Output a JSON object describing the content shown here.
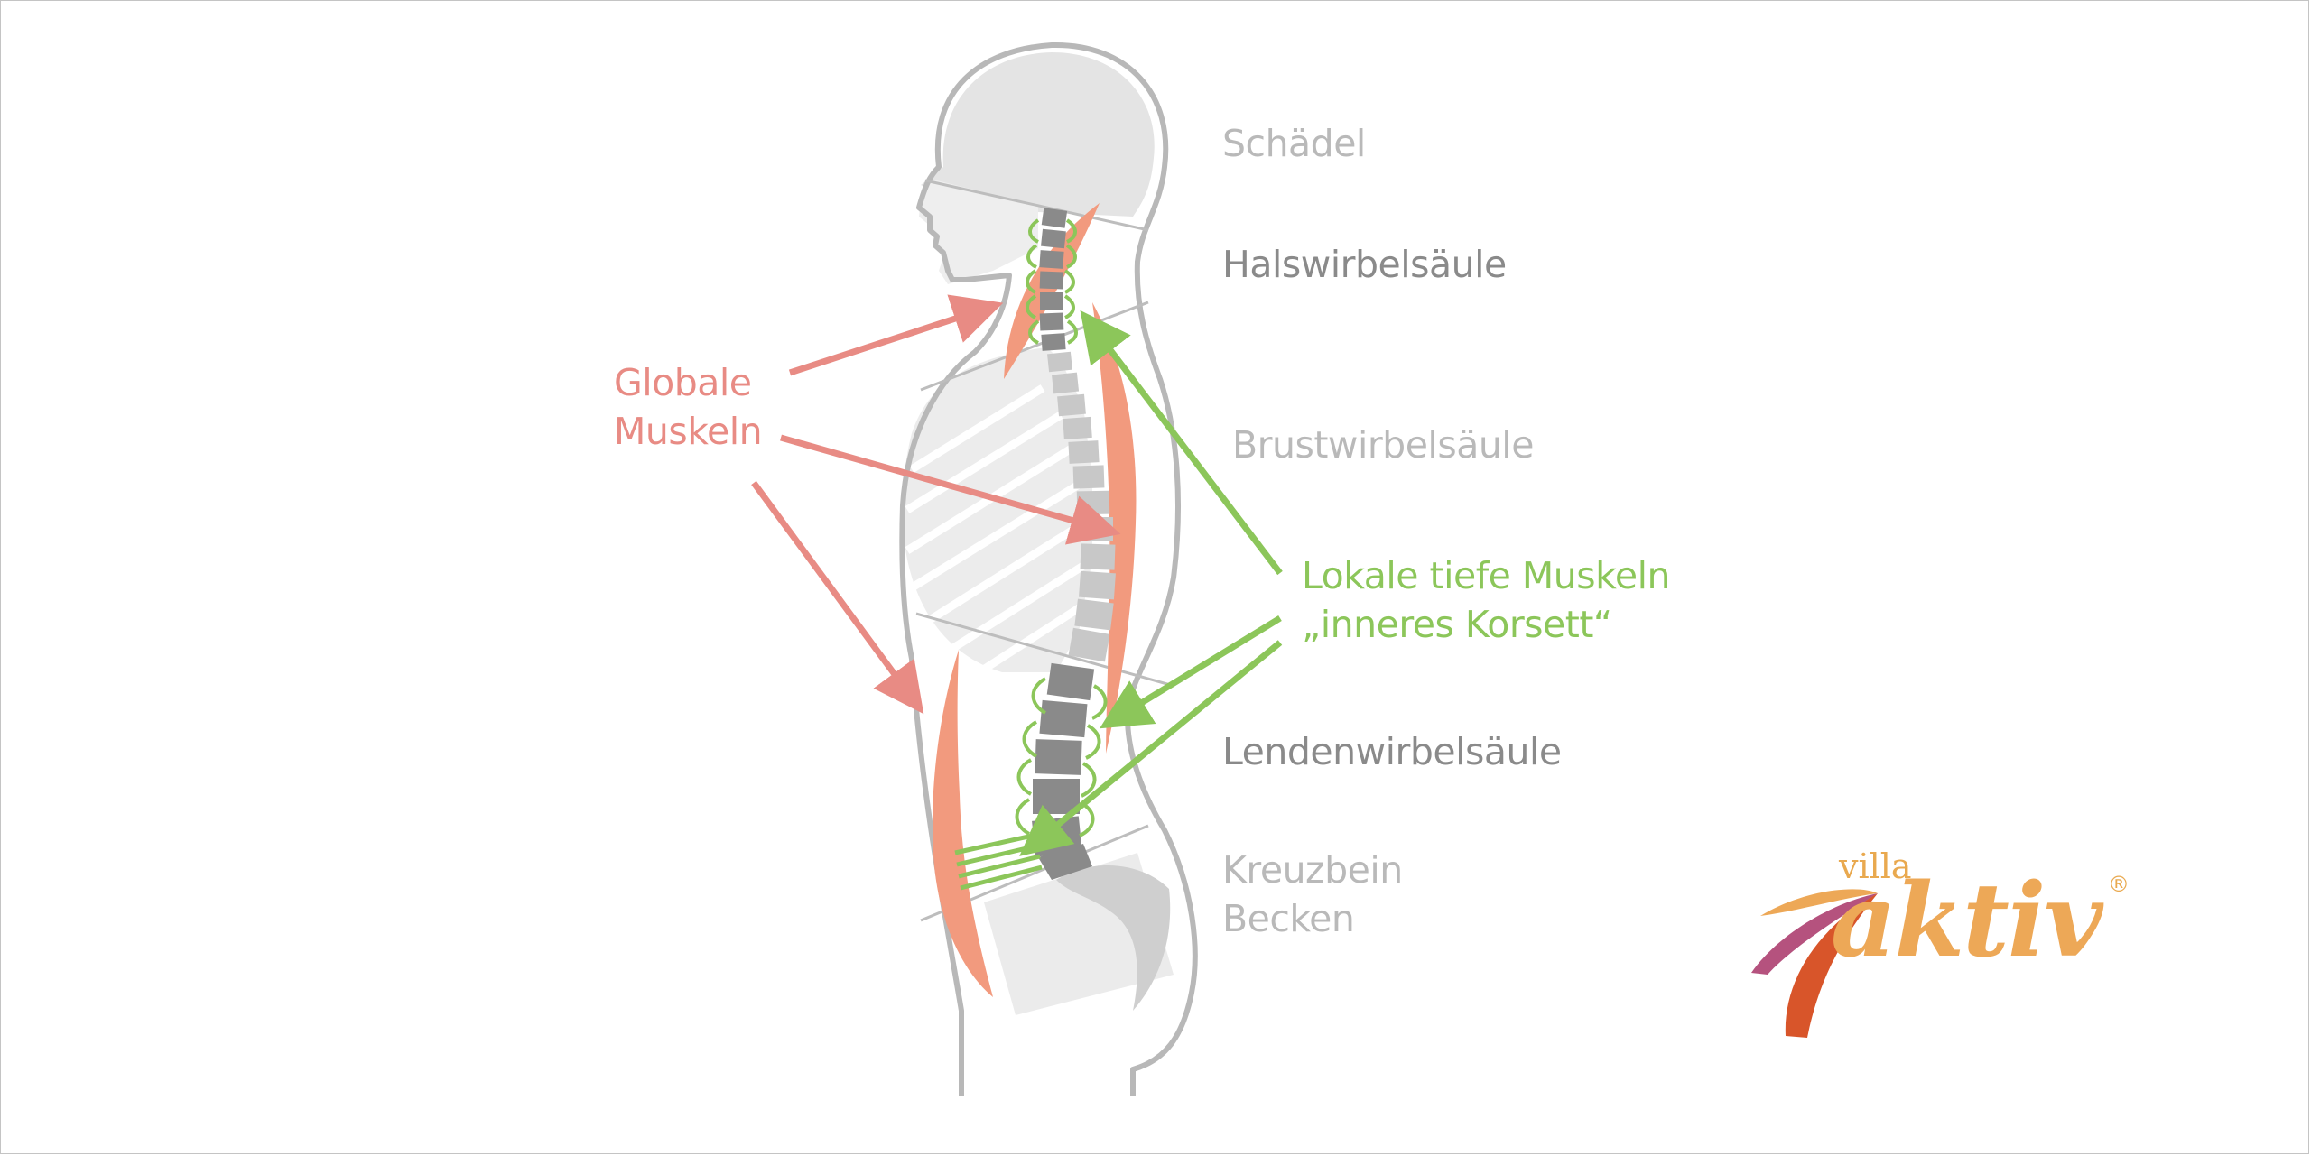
{
  "labels": {
    "skull": "Schädel",
    "cervical": "Halswirbelsäule",
    "thoracic": "Brustwirbelsäule",
    "lumbar": "Lendenwirbelsäule",
    "sacrum": "Kreuzbein",
    "pelvis": "Becken",
    "global_line1": "Globale",
    "global_line2": "Muskeln",
    "local_line1": "Lokale tiefe Muskeln",
    "local_line2": "„inneres Korsett“"
  },
  "logo": {
    "villa": "villa",
    "aktiv": "aktiv",
    "registered": "®"
  },
  "colors": {
    "global_muscle": "#e88b84",
    "muscle_fill": "#f29a7e",
    "local_muscle": "#8cc65a",
    "vertebra_dark": "#8a8a8a",
    "vertebra_light": "#c8c8c8",
    "body_outline": "#b8b8b8",
    "logo_orange": "#eda857",
    "logo_red": "#d8552a",
    "logo_purple": "#b5527e"
  }
}
